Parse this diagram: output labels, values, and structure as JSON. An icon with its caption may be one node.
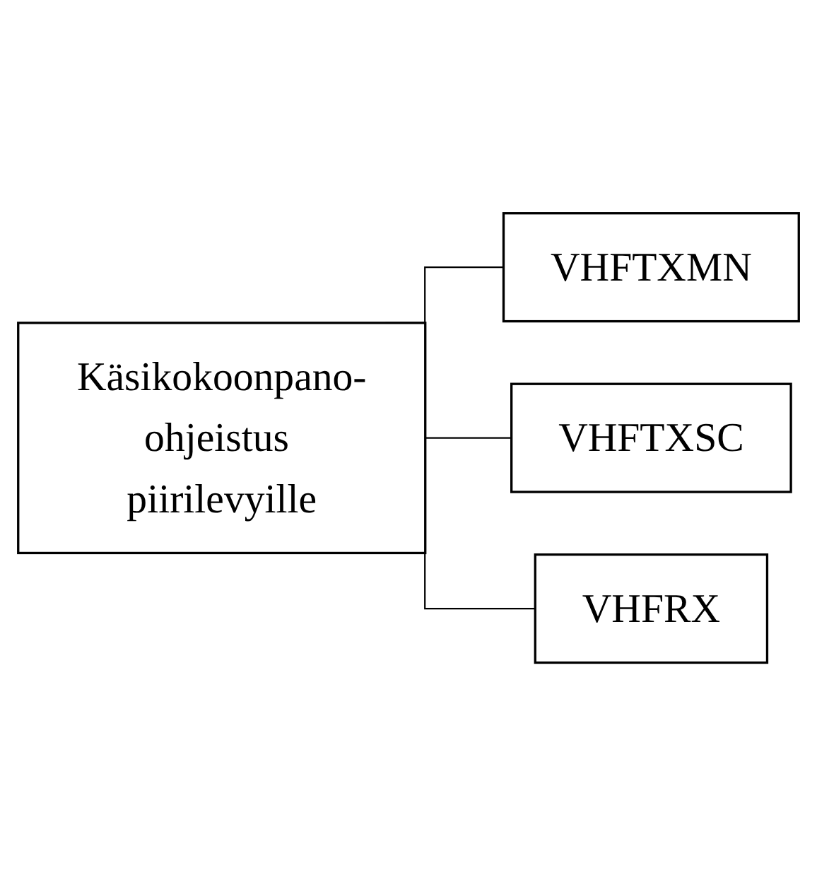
{
  "diagram": {
    "nodes": [
      {
        "text": [
          "Käsikokoonpano-ohjeistus piirilevyille"
        ]
      },
      {
        "text": [
          "VHFTXMN"
        ]
      },
      {
        "text": [
          "VHFTXSC"
        ]
      },
      {
        "text": [
          "VHFRX"
        ]
      }
    ],
    "edges": [
      {
        "from": 0,
        "to": 1,
        "arrow": "none"
      },
      {
        "from": 0,
        "to": 2,
        "arrow": "none"
      },
      {
        "from": 0,
        "to": 3,
        "arrow": "none"
      }
    ]
  }
}
